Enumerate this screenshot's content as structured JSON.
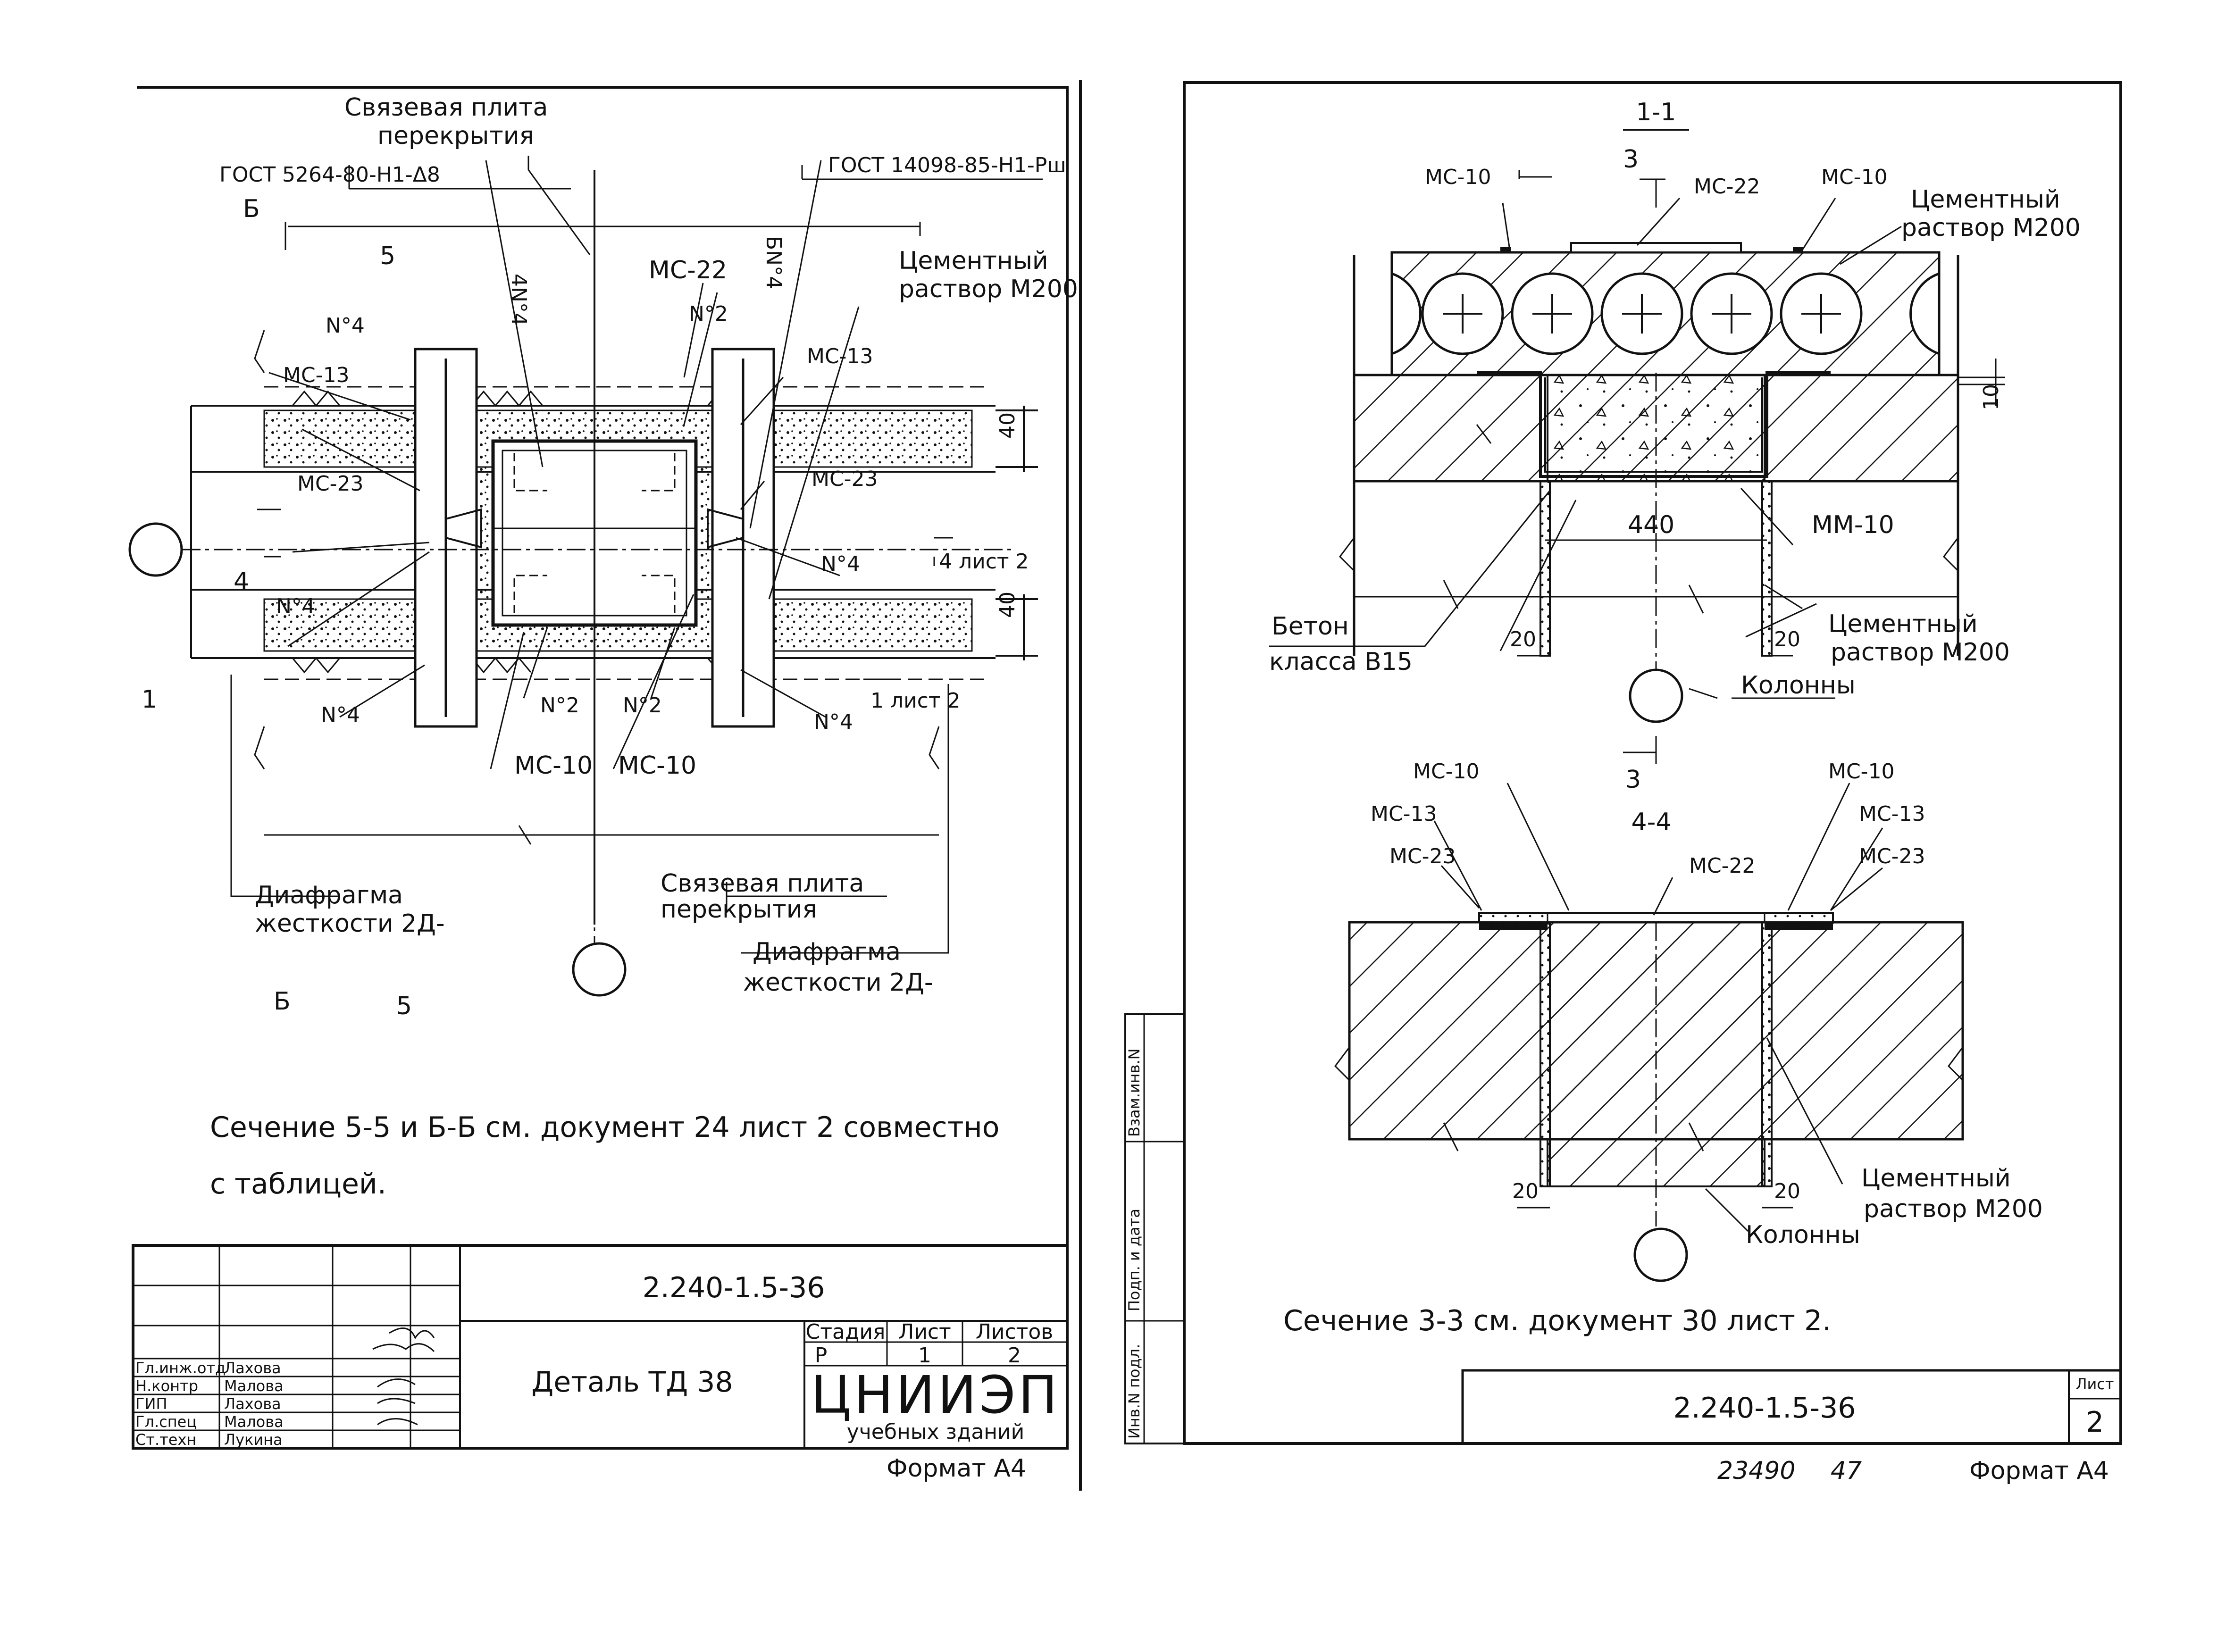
{
  "left_sheet": {
    "labels": {
      "top_plate_1": "Связевая плита",
      "top_plate_2": "перекрытия",
      "gost_left": "ГОСТ 5264-80-Н1-Δ8",
      "gost_right": "ГОСТ 14098-85-Н1-Рш",
      "cut_b": "Б",
      "cut_5": "5",
      "cut_4": "4",
      "cut_1": "1",
      "n4_a": "N°4",
      "n4_b": "N°4",
      "n4_c": "N°4",
      "n4_d": "N°4",
      "n4_e": "N°4",
      "n4_vert_l": "4N°4",
      "n4_vert_r": "БN°4",
      "n2_top": "N°2",
      "n2_bl": "N°2",
      "n2_br": "N°2",
      "mc13_l": "МС-13",
      "mc13_r": "МС-13",
      "mc22": "МС-22",
      "mc23_l": "МС-23",
      "mc23_r": "МС-23",
      "mc10_l": "МС-10",
      "mc10_r": "МС-10",
      "cement_1": "Цементный",
      "cement_2": "раствор М200",
      "dim_40_top": "40",
      "dim_40_bot": "40",
      "ref_4_sheet2": "4 лист 2",
      "ref_1_sheet2": "1 лист 2",
      "axis_1": "1",
      "bottom_plate_1": "Связевая плита",
      "bottom_plate_2": "перекрытия",
      "diaphragm_l_1": "Диафрагма",
      "diaphragm_l_2": "жесткости 2Д-",
      "diaphragm_r_1": "Диафрагма",
      "diaphragm_r_2": "жесткости 2Д-"
    },
    "note_1": "Сечение 5-5 и Б-Б см. документ 24 лист 2 совместно",
    "note_2": "с таблицей.",
    "title_block": {
      "doc_code": "2.240-1.5-36",
      "title": "Деталь ТД 38",
      "stage_header": "Стадия",
      "sheet_header": "Лист",
      "sheets_header": "Листов",
      "stage": "Р",
      "sheet": "1",
      "sheets": "2",
      "org_1": "ЦНИИЭП",
      "org_2": "учебных зданий",
      "rows": [
        {
          "role": "Гл.инж.отд",
          "name": "Лахова"
        },
        {
          "role": "Н.контр",
          "name": "Малова"
        },
        {
          "role": "ГИП",
          "name": "Лахова"
        },
        {
          "role": "Гл.спец",
          "name": "Малова"
        },
        {
          "role": "Ст.техн",
          "name": "Лукина"
        }
      ]
    },
    "format": "Формат А4"
  },
  "right_sheet": {
    "section_1": {
      "title": "1-1",
      "cut_3": "3",
      "mc10_l": "МС-10",
      "mc22": "МС-22",
      "mc10_r": "МС-10",
      "cement_1": "Цементный",
      "cement_2": "раствор М200",
      "dim_10": "10",
      "dim_440": "440",
      "mm10": "ММ-10",
      "dim_20_l": "20",
      "dim_20_r": "20",
      "concrete_1": "Бетон",
      "concrete_2": "класса В15",
      "cement_b_1": "Цементный",
      "cement_b_2": "раствор М200",
      "columns": "Колонны"
    },
    "section_4": {
      "cut_3": "3",
      "title": "4-4",
      "mc10_l": "МС-10",
      "mc13_l": "МС-13",
      "mc23_l": "МС-23",
      "mc22": "МС-22",
      "mc10_r": "МС-10",
      "mc13_r": "МС-13",
      "mc23_r": "МС-23",
      "dim_20_l": "20",
      "dim_20_r": "20",
      "cement_1": "Цементный",
      "cement_2": "раствор М200",
      "columns": "Колонны"
    },
    "note": "Сечение 3-3 см. документ 30 лист 2.",
    "side_stamp": {
      "inv_podl": "Инв.N подл.",
      "podp_data": "Подп. и дата",
      "vzam_inv": "Взам.инв.N"
    },
    "doc_code": "2.240-1.5-36",
    "sheet_label": "Лист",
    "sheet_no": "2",
    "archive_no": "23490",
    "archive_page": "47",
    "format": "Формат А4"
  },
  "colors": {
    "ink": "#111111",
    "paper": "#ffffff"
  }
}
